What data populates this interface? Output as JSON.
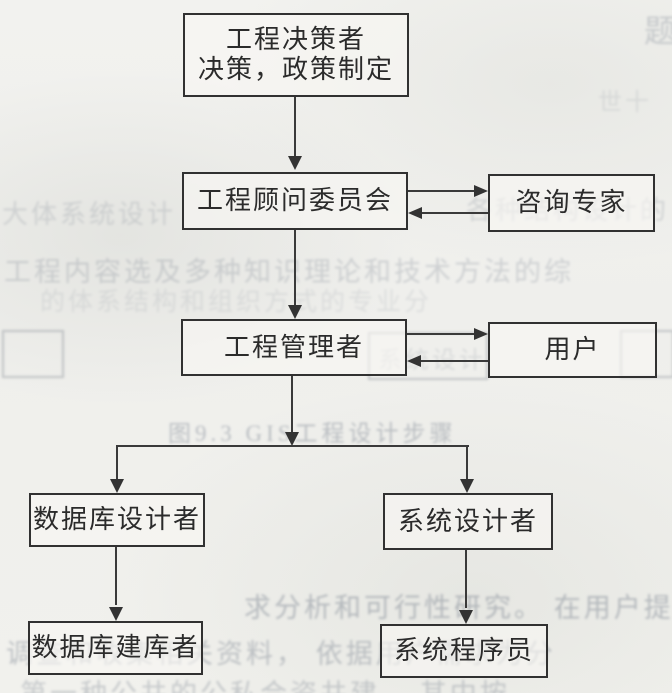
{
  "document": {
    "kind": "scanned textbook page with flowchart figure",
    "colors": {
      "paper": "#f1f1ed",
      "ink": "#333333",
      "box_border": "#313131",
      "box_fill": "#f8f7f3",
      "ghost": "#667080"
    }
  },
  "flowchart": {
    "nodes": {
      "decision_maker": {
        "line1": "工程决策者",
        "line2": "决策，政策制定"
      },
      "advisory_committee": {
        "label": "工程顾问委员会"
      },
      "consulting_experts": {
        "label": "咨询专家"
      },
      "project_manager": {
        "label": "工程管理者"
      },
      "users": {
        "label": "用户"
      },
      "database_designer": {
        "label": "数据库设计者"
      },
      "system_designer": {
        "label": "系统设计者"
      },
      "database_builder": {
        "label": "数据库建库者"
      },
      "system_programmer": {
        "label": "系统程序员"
      }
    },
    "edges": [
      {
        "from": "decision_maker",
        "to": "advisory_committee",
        "type": "arrow-down"
      },
      {
        "from": "advisory_committee",
        "to": "consulting_experts",
        "type": "arrow-right"
      },
      {
        "from": "consulting_experts",
        "to": "advisory_committee",
        "type": "arrow-left"
      },
      {
        "from": "advisory_committee",
        "to": "project_manager",
        "type": "arrow-down"
      },
      {
        "from": "project_manager",
        "to": "users",
        "type": "arrow-right"
      },
      {
        "from": "users",
        "to": "project_manager",
        "type": "arrow-left"
      },
      {
        "from": "project_manager",
        "to": "branch-junction",
        "type": "arrow-down"
      },
      {
        "from": "branch-junction",
        "to": "database_designer",
        "type": "arrow-down"
      },
      {
        "from": "branch-junction",
        "to": "system_designer",
        "type": "arrow-down"
      },
      {
        "from": "database_designer",
        "to": "database_builder",
        "type": "arrow-down"
      },
      {
        "from": "system_designer",
        "to": "system_programmer",
        "type": "arrow-down"
      }
    ]
  },
  "bleed_through": {
    "lines": [
      {
        "text": "题"
      },
      {
        "text": "世十"
      },
      {
        "text": "大体系统设计"
      },
      {
        "text": "各种结构设计的"
      },
      {
        "text": "工程内容选及多种知识理论和技术方法的综"
      },
      {
        "text": "的体系结构和组织方式的专业分"
      },
      {
        "text": "系统设计"
      },
      {
        "text": "图9.3  GIS工程设计步骤"
      },
      {
        "text": "求分析和可行性研究。 在用户提供"
      },
      {
        "text": "调查和收集相关资料， 依据用户需求为分"
      },
      {
        "text": "第一种公共的公私合资共建， 其中按"
      }
    ]
  }
}
